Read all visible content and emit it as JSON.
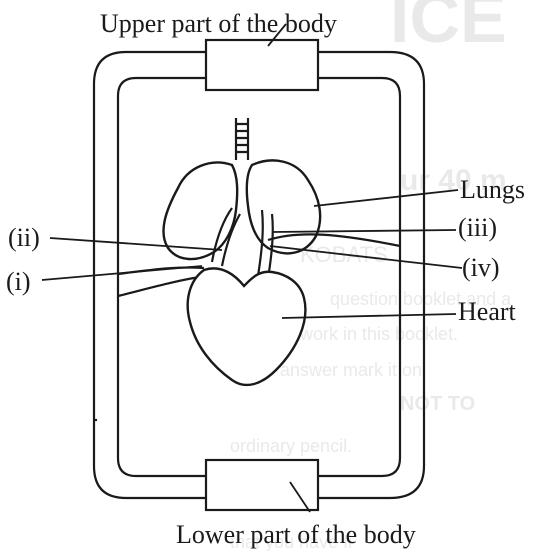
{
  "labels": {
    "upper": "Upper part of the body",
    "lower": "Lower part of the body",
    "lungs": "Lungs",
    "heart": "Heart",
    "i": "(i)",
    "ii": "(ii)",
    "iii": "(iii)",
    "iv": "(iv)"
  }
}
